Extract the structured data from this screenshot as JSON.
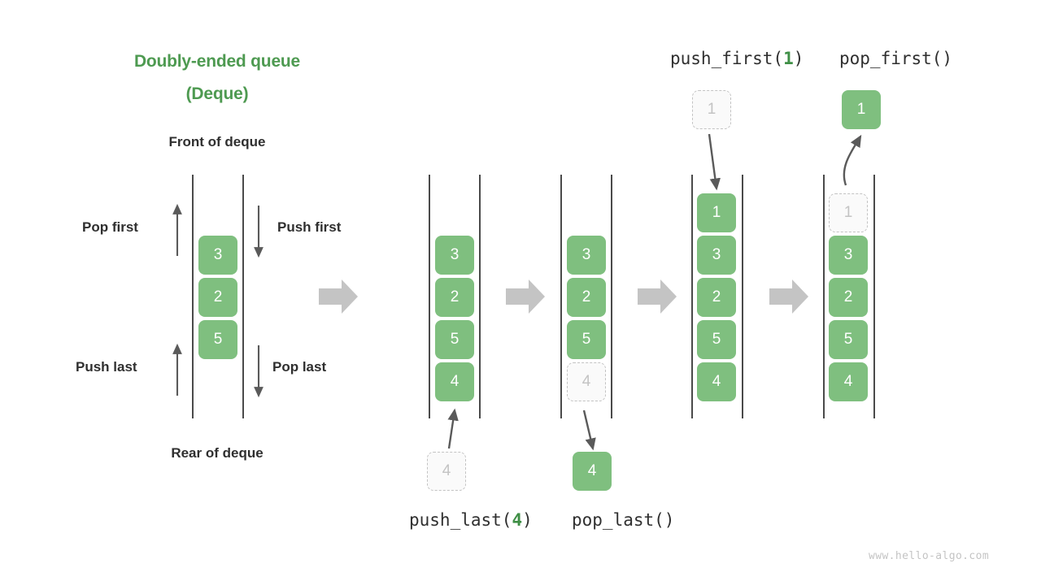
{
  "title": {
    "line1": "Doubly-ended queue",
    "line2": "(Deque)",
    "color": "#4e9a51"
  },
  "labels": {
    "front": "Front of deque",
    "rear": "Rear of deque",
    "pop_first": "Pop first",
    "push_first": "Push first",
    "push_last": "Push last",
    "pop_last": "Pop last"
  },
  "calls": {
    "push_first": {
      "name": "push_first(",
      "arg": "1",
      "close": ")"
    },
    "pop_first": {
      "name": "pop_first()",
      "arg": "",
      "close": ""
    },
    "push_last": {
      "name": "push_last(",
      "arg": "4",
      "close": ")"
    },
    "pop_last": {
      "name": "pop_last()",
      "arg": "",
      "close": ""
    }
  },
  "watermark": "www.hello-algo.com",
  "colors": {
    "cell_fill": "#7fbf7f",
    "cell_text": "#ffffff",
    "ghost_fill": "#fafafa",
    "ghost_border": "#c3c3c3",
    "rail": "#4a4a4a",
    "arrow": "#5a5a5a",
    "step_arrow": "#c4c4c4",
    "accent_green": "#4e9a51"
  },
  "panels": [
    {
      "id": "panel-initial",
      "name": "initial-deque",
      "cells": [
        {
          "value": "3",
          "state": "filled"
        },
        {
          "value": "2",
          "state": "filled"
        },
        {
          "value": "5",
          "state": "filled"
        }
      ]
    },
    {
      "id": "panel-push-last",
      "name": "deque-after-push-last",
      "cells": [
        {
          "value": "3",
          "state": "filled"
        },
        {
          "value": "2",
          "state": "filled"
        },
        {
          "value": "5",
          "state": "filled"
        },
        {
          "value": "4",
          "state": "filled"
        }
      ],
      "detached": {
        "value": "4",
        "state": "ghost"
      }
    },
    {
      "id": "panel-pop-last",
      "name": "deque-after-pop-last",
      "cells": [
        {
          "value": "3",
          "state": "filled"
        },
        {
          "value": "2",
          "state": "filled"
        },
        {
          "value": "5",
          "state": "filled"
        },
        {
          "value": "4",
          "state": "ghost"
        }
      ],
      "detached": {
        "value": "4",
        "state": "filled"
      }
    },
    {
      "id": "panel-push-first",
      "name": "deque-after-push-first",
      "cells": [
        {
          "value": "1",
          "state": "filled"
        },
        {
          "value": "3",
          "state": "filled"
        },
        {
          "value": "2",
          "state": "filled"
        },
        {
          "value": "5",
          "state": "filled"
        },
        {
          "value": "4",
          "state": "filled"
        }
      ],
      "detached": {
        "value": "1",
        "state": "ghost"
      }
    },
    {
      "id": "panel-pop-first",
      "name": "deque-after-pop-first",
      "cells": [
        {
          "value": "1",
          "state": "ghost"
        },
        {
          "value": "3",
          "state": "filled"
        },
        {
          "value": "2",
          "state": "filled"
        },
        {
          "value": "5",
          "state": "filled"
        },
        {
          "value": "4",
          "state": "filled"
        }
      ],
      "detached": {
        "value": "1",
        "state": "filled"
      }
    }
  ]
}
